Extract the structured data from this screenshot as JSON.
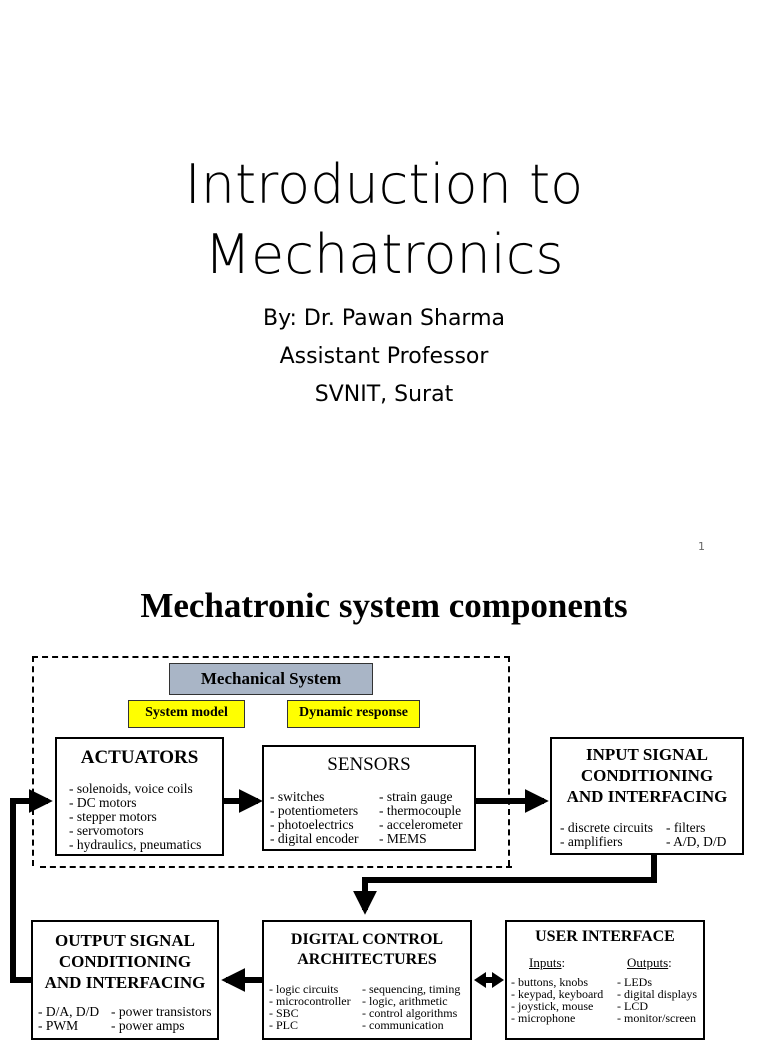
{
  "slide1": {
    "title_line1": "Introduction to",
    "title_line2": "Mechatronics",
    "author": "By: Dr. Pawan Sharma",
    "position": "Assistant Professor",
    "institute": "SVNIT, Surat",
    "page_number": "1"
  },
  "slide2": {
    "title": "Mechatronic system components",
    "mechanical_system": "Mechanical System",
    "system_model": "System model",
    "dynamic_response": "Dynamic response",
    "actuators": {
      "title": "ACTUATORS",
      "items": [
        "- solenoids, voice coils",
        "- DC motors",
        "- stepper motors",
        "- servomotors",
        "- hydraulics, pneumatics"
      ]
    },
    "sensors": {
      "title": "SENSORS",
      "left": [
        "- switches",
        "- potentiometers",
        "- photoelectrics",
        "- digital encoder"
      ],
      "right": [
        "- strain gauge",
        "- thermocouple",
        "- accelerometer",
        "- MEMS"
      ]
    },
    "input_signal": {
      "title_lines": [
        "INPUT SIGNAL",
        "CONDITIONING",
        "AND INTERFACING"
      ],
      "left": [
        "- discrete circuits",
        "- amplifiers"
      ],
      "right": [
        "- filters",
        "- A/D, D/D"
      ]
    },
    "output_signal": {
      "title_lines": [
        "OUTPUT SIGNAL",
        "CONDITIONING",
        "AND INTERFACING"
      ],
      "left": [
        "- D/A, D/D",
        "- PWM"
      ],
      "right": [
        "- power transistors",
        "- power amps"
      ]
    },
    "digital_control": {
      "title_lines": [
        "DIGITAL CONTROL",
        "ARCHITECTURES"
      ],
      "left": [
        "- logic circuits",
        "- microcontroller",
        "- SBC",
        "- PLC"
      ],
      "right": [
        "- sequencing, timing",
        "- logic, arithmetic",
        "- control algorithms",
        "- communication"
      ]
    },
    "user_interface": {
      "title": "USER INTERFACE",
      "inputs_label": "Inputs",
      "outputs_label": "Outputs",
      "inputs": [
        "- buttons, knobs",
        "- keypad, keyboard",
        "- joystick, mouse",
        "- microphone"
      ],
      "outputs": [
        "- LEDs",
        "- digital displays",
        "- LCD",
        "- monitor/screen"
      ]
    }
  }
}
